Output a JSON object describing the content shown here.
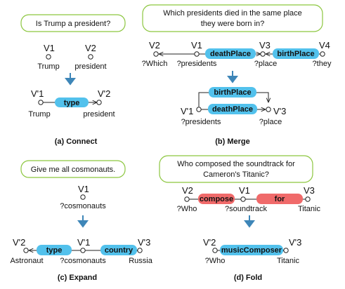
{
  "panels": {
    "connect": {
      "question": "Is Trump a president?",
      "before": {
        "v1": "V1",
        "v2": "V2",
        "v1_label": "Trump",
        "v2_label": "president"
      },
      "after": {
        "v1": "V'1",
        "v2": "V'2",
        "edge": "type",
        "v1_label": "Trump",
        "v2_label": "president"
      },
      "caption": "(a) Connect"
    },
    "merge": {
      "question_line1": "Which presidents died in the same place",
      "question_line2": "they were born in?",
      "before": {
        "v2": "V2",
        "v1": "V1",
        "v3": "V3",
        "v4": "V4",
        "edge1": "deathPlace",
        "edge2": "birthPlace",
        "v2_label": "?Which",
        "v1_label": "?presidents",
        "v3_label": "?place",
        "v4_label": "?they"
      },
      "after": {
        "v1": "V'1",
        "v3": "V'3",
        "edge_top": "birthPlace",
        "edge_bottom": "deathPlace",
        "v1_label": "?presidents",
        "v3_label": "?place"
      },
      "caption": "(b) Merge"
    },
    "expand": {
      "question": "Give me all cosmonauts.",
      "before": {
        "v1": "V1",
        "v1_label": "?cosmonauts"
      },
      "after": {
        "v2": "V'2",
        "v1": "V'1",
        "v3": "V'3",
        "edge_left": "type",
        "edge_right": "country",
        "v2_label": "Astronaut",
        "v1_label": "?cosmonauts",
        "v3_label": "Russia"
      },
      "caption": "(c) Expand"
    },
    "fold": {
      "question_line1": "Who composed the soundtrack for",
      "question_line2": "Cameron's Titanic?",
      "before": {
        "v2": "V2",
        "v1": "V1",
        "v3": "V3",
        "edge_left": "compose",
        "edge_right": "for",
        "v2_label": "?Who",
        "v1_label": "?soundtrack",
        "v3_label": "Titanic"
      },
      "after": {
        "v2": "V'2",
        "v3": "V'3",
        "edge": "musicComposer",
        "v2_label": "?Who",
        "v3_label": "Titanic"
      },
      "caption": "(d) Fold"
    }
  },
  "colors": {
    "edge_blue": "#52c1ec",
    "edge_red": "#f06a6a",
    "arrow_blue": "#3e86b8",
    "bubble_border": "#8cc63f"
  }
}
